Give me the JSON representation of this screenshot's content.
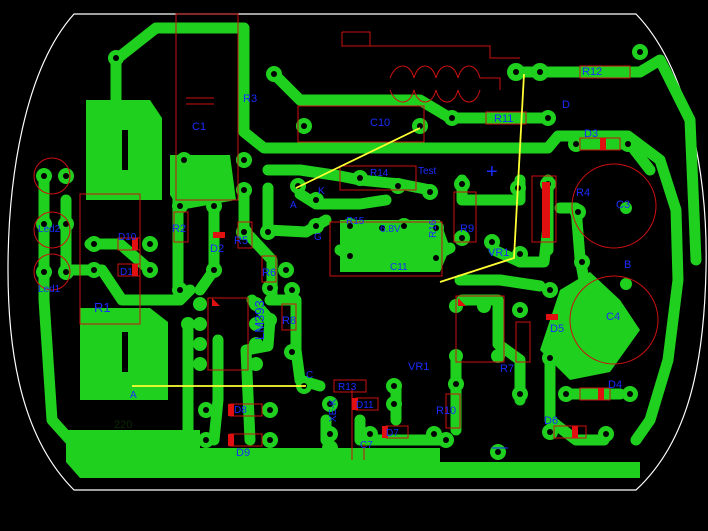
{
  "labels": {
    "c1": "C1",
    "r3": "R3",
    "c10": "C10",
    "r11": "R11",
    "r12": "R12",
    "d": "D",
    "d3": "D3",
    "test": "Test",
    "plus": "+",
    "r14": "R14",
    "k": "K",
    "a": "A",
    "g": "G",
    "r15": "R15",
    "v68": "6.8V",
    "r16": "R16",
    "r9": "R9",
    "vr1_top": "VR1",
    "c11": "C11",
    "r4": "R4",
    "c3": "C3",
    "b": "B",
    "c4": "C4",
    "d5": "D5",
    "r7": "R7",
    "d4": "D4",
    "d6": "D6",
    "led2": "Led2",
    "led1": "Led1",
    "d10": "D10",
    "d1": "D1",
    "r1": "R1",
    "r2": "R2",
    "d2": "D2",
    "r5": "R5",
    "r6": "R6",
    "lm393": "LM393",
    "r8": "R8",
    "a_left": "A",
    "c": "C",
    "r13": "R13",
    "vr1_bot": "VR1",
    "d8": "D8",
    "d11": "D11",
    "xek": "XE-K",
    "d7": "D7",
    "r10": "R10",
    "d9": "D9",
    "c7": "C7",
    "v220": "220",
    "minus": "—"
  }
}
